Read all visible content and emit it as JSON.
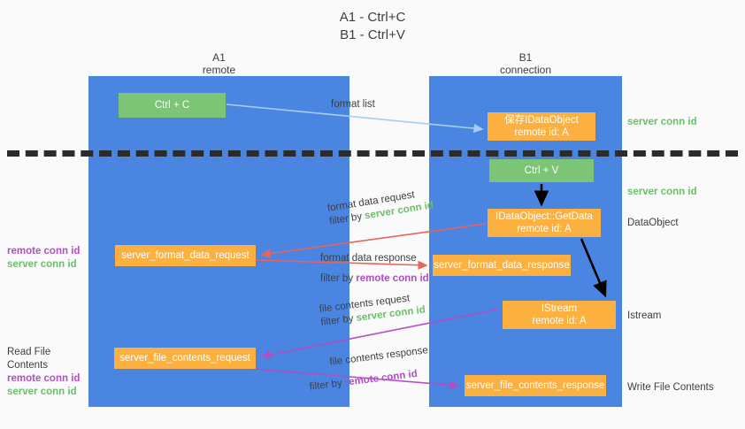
{
  "title": {
    "line1": "A1 - Ctrl+C",
    "line2": "B1 - Ctrl+V"
  },
  "lanes": [
    {
      "id": "a1",
      "name": "A1",
      "sub": "remote",
      "color": "#4a86e1"
    },
    {
      "id": "b1",
      "name": "B1",
      "sub": "connection",
      "color": "#4a86e1"
    }
  ],
  "colors": {
    "lane": "#4a86e1",
    "box_orange": "#fbb040",
    "box_green": "#7cc576",
    "server_conn": "#6abf69",
    "remote_conn": "#b14ec4",
    "arrow_blue": "#a8cdf0",
    "arrow_red": "#e8645a",
    "arrow_purple": "#b14ec4",
    "arrow_black": "#000000",
    "divider": "#2b2b2b",
    "background": "#fafafa"
  },
  "boxes": {
    "ctrl_c": {
      "line1": "Ctrl + C"
    },
    "save_idataobject": {
      "line1": "保存IDataObject",
      "line2": "remote id: A"
    },
    "ctrl_v": {
      "line1": "Ctrl + V"
    },
    "getdata": {
      "line1": "IDataObject::GetData",
      "line2": "remote id: A"
    },
    "istream": {
      "line1": "IStream",
      "line2": "remote id: A"
    },
    "format_data_request": {
      "line1": "server_format_data_request"
    },
    "format_data_response": {
      "line1": "server_format_data_response"
    },
    "file_contents_request": {
      "line1": "server_file_contents_request"
    },
    "file_contents_response": {
      "line1": "server_file_contents_response"
    }
  },
  "edge_labels": {
    "format_list": "format list",
    "format_data_request": {
      "line1": "format data request",
      "filter_prefix": "filter by ",
      "filter_key": "server conn id"
    },
    "format_data_response": {
      "line1": "format data response",
      "filter_prefix": "filter by ",
      "filter_key": "remote conn id"
    },
    "file_contents_request": {
      "line1": "file contents request",
      "filter_prefix": "filter by ",
      "filter_key": "server conn id"
    },
    "file_contents_response": {
      "line1": "file contents response",
      "filter_prefix": "filter by ",
      "filter_key": "remote conn id"
    }
  },
  "side_labels": {
    "left_mid": {
      "remote": "remote conn id",
      "server": "server conn id"
    },
    "left_bottom": {
      "heading": "Read File Contents",
      "remote": "remote conn id",
      "server": "server conn id"
    },
    "right_conn_1": "server conn id",
    "right_conn_2": "server conn id",
    "right_dataobject": "DataObject",
    "right_istream": "Istream",
    "right_write": "Write File Contents"
  }
}
